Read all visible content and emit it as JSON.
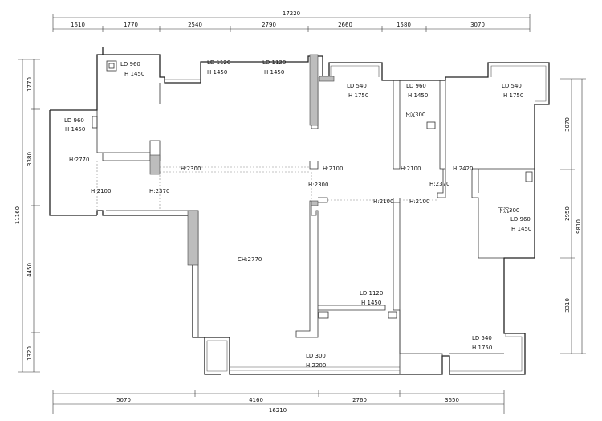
{
  "dimensions": {
    "top_total": "17220",
    "top": [
      "1610",
      "1770",
      "2540",
      "2790",
      "2660",
      "1580",
      "3070"
    ],
    "bottom_total": "16210",
    "bottom": [
      "5070",
      "4160",
      "2760",
      "3650"
    ],
    "left_total": "11160",
    "left": [
      "1770",
      "3380",
      "4450",
      "1320"
    ],
    "right_total": "9810",
    "right": [
      "3070",
      "2950",
      "3310"
    ]
  },
  "openings": [
    {
      "l1": "LD 960",
      "l2": "H 1450"
    },
    {
      "l1": "LD 1120",
      "l2": "H 1450"
    },
    {
      "l1": "LD 1120",
      "l2": "H 1450"
    },
    {
      "l1": "LD 960",
      "l2": "H 1450"
    },
    {
      "l1": "LD 540",
      "l2": "H 1750"
    },
    {
      "l1": "LD 960",
      "l2": "H 1450"
    },
    {
      "l1": "LD 540",
      "l2": "H 1750"
    },
    {
      "l1": "LD 960",
      "l2": "H 1450"
    },
    {
      "l1": "LD 1120",
      "l2": "H 1450"
    },
    {
      "l1": "LD 300",
      "l2": "H 2200"
    },
    {
      "l1": "LD 540",
      "l2": "H 1750"
    }
  ],
  "heights": [
    "H:2770",
    "H:2100",
    "H:2370",
    "H:2300",
    "H:2100",
    "H:2300",
    "H:2100",
    "H:2420",
    "H:2370",
    "H:2100",
    "H:2100",
    "CH:2770"
  ],
  "sunken": [
    "下沉300",
    "下沉300"
  ]
}
